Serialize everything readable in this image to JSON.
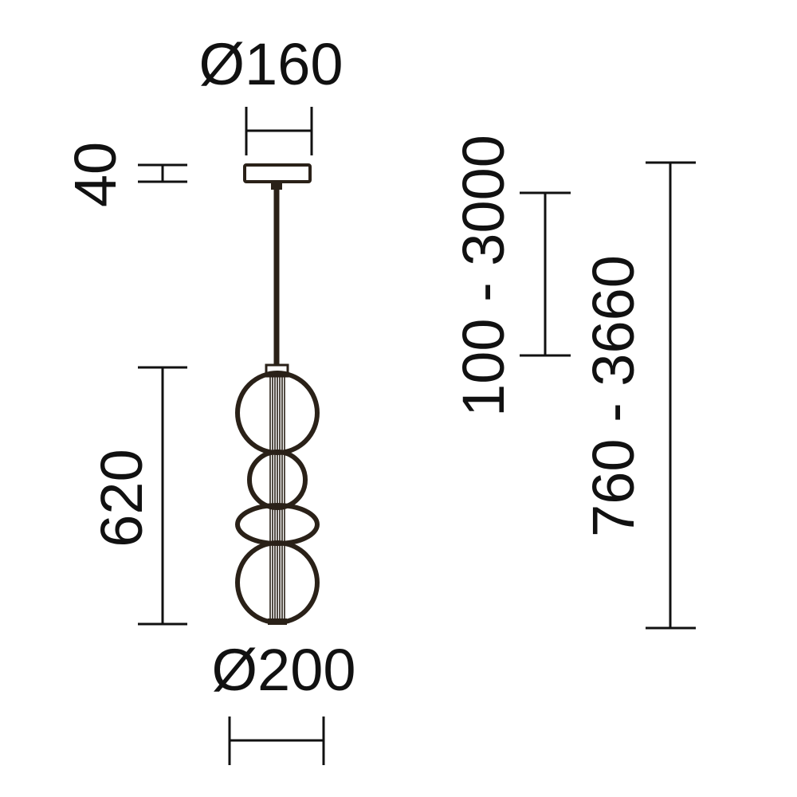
{
  "dimensions": {
    "canopy_diameter": "Ø160",
    "canopy_height": "40",
    "body_height": "620",
    "body_diameter": "Ø200",
    "cable_length": "100 - 3000",
    "total_height": "760 - 3660"
  },
  "colors": {
    "line": "#111111",
    "lamp": "#2a2118"
  }
}
